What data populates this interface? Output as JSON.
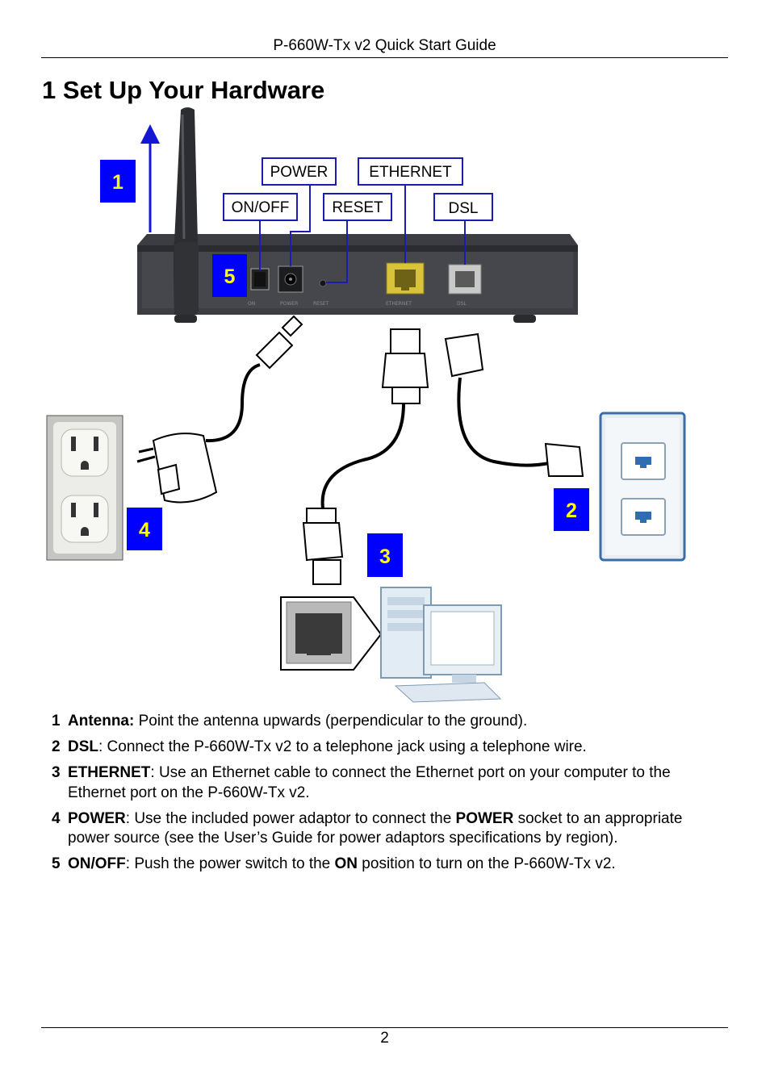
{
  "header": {
    "title": "P-660W-Tx v2 Quick Start Guide"
  },
  "section": {
    "title": "1 Set Up Your Hardware"
  },
  "figure": {
    "callouts": [
      "1",
      "2",
      "3",
      "4",
      "5"
    ],
    "port_labels": {
      "power": "POWER",
      "ethernet": "ETHERNET",
      "onoff": "ON/OFF",
      "reset": "RESET",
      "dsl": "DSL"
    },
    "colors": {
      "callout_fill": "#0000ff",
      "callout_text": "#ffff00",
      "label_border": "#1c1cb4",
      "arrow": "#1515d6"
    }
  },
  "steps": [
    {
      "num": "1",
      "term": "Antenna:",
      "parts": [
        {
          "t": " Point the antenna upwards (perpendicular to the ground).",
          "b": false
        }
      ]
    },
    {
      "num": "2",
      "term": "DSL",
      "parts": [
        {
          "t": ": Connect the P-660W-Tx v2 to a telephone jack using a telephone wire.",
          "b": false
        }
      ]
    },
    {
      "num": "3",
      "term": "ETHERNET",
      "parts": [
        {
          "t": ": Use an Ethernet cable to connect the Ethernet port on your computer to the Ethernet port on the P-660W-Tx v2.",
          "b": false
        }
      ]
    },
    {
      "num": "4",
      "term": "POWER",
      "parts": [
        {
          "t": ": Use the included power adaptor to connect the ",
          "b": false
        },
        {
          "t": "POWER",
          "b": true
        },
        {
          "t": " socket to an appropriate power source (see the User’s Guide for power adaptors specifications by region).",
          "b": false
        }
      ]
    },
    {
      "num": "5",
      "term": "ON/OFF",
      "parts": [
        {
          "t": ": Push the power switch to the ",
          "b": false
        },
        {
          "t": "ON",
          "b": true
        },
        {
          "t": " position to turn on the P-660W-Tx v2.",
          "b": false
        }
      ]
    }
  ],
  "footer": {
    "page_number": "2"
  }
}
